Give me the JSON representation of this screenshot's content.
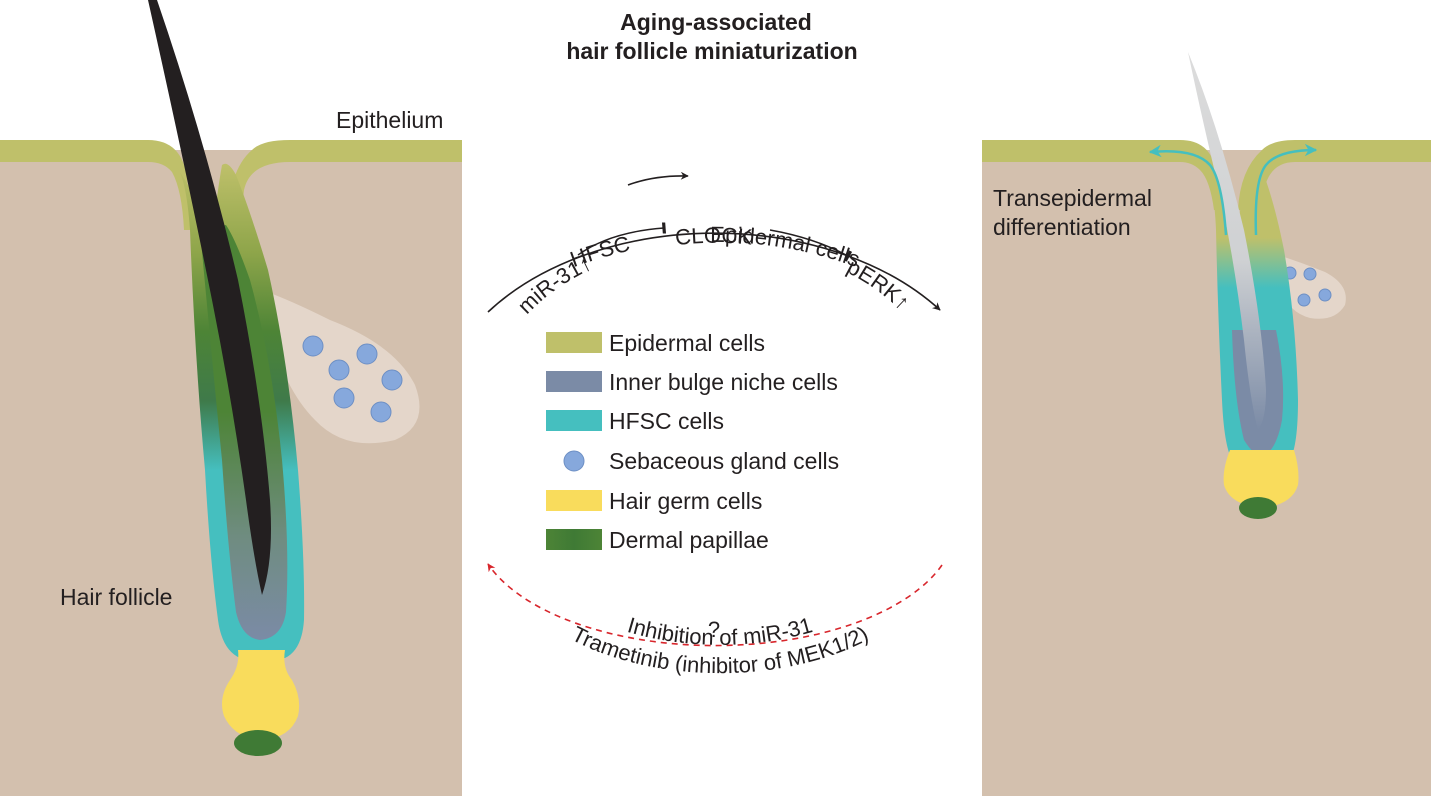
{
  "title": {
    "line1": "Aging-associated",
    "line2": "hair follicle miniaturization"
  },
  "labels": {
    "epithelium": "Epithelium",
    "hair_follicle": "Hair follicle",
    "transepidermal_line1": "Transepidermal",
    "transepidermal_line2": "differentiation"
  },
  "pathway": {
    "outer_arc": "HFSC             Epidermal cells",
    "inner_arc": "miR-31↑              CLOCK                pERK↑",
    "question": "?",
    "inhibition_line1": "Inhibition of miR-31",
    "inhibition_line2": "Trametinib (inhibitor of MEK1/2)"
  },
  "legend": [
    {
      "label": "Epidermal cells",
      "color": "#bfc06a",
      "shape": "bar"
    },
    {
      "label": "Inner bulge niche cells",
      "color": "#7b8ba6",
      "shape": "bar"
    },
    {
      "label": "HFSC cells",
      "color": "#45bfbf",
      "shape": "bar"
    },
    {
      "label": "Sebaceous gland cells",
      "color": "#86a8dc",
      "shape": "dot"
    },
    {
      "label": "Hair germ cells",
      "color": "#f9dc5c",
      "shape": "bar"
    },
    {
      "label": "Dermal papillae",
      "color": "#3f7a35",
      "shape": "bar"
    }
  ],
  "colors": {
    "dermis": "#d3c0ae",
    "epidermis": "#bfc06a",
    "hair_shaft": "#231f20",
    "aged_hair_shaft": "#d4d4d4",
    "hfsc": "#45bfbf",
    "inner_bulge": "#7b8ba6",
    "hair_germ": "#f9dc5c",
    "dermal_papilla": "#3f7a35",
    "sebaceous_gland": "#e4d6ca",
    "sebaceous_cell": "#86a8dc",
    "arrow_black": "#231f20",
    "arrow_red": "#d8262c",
    "arrow_teal": "#45bfbf"
  }
}
